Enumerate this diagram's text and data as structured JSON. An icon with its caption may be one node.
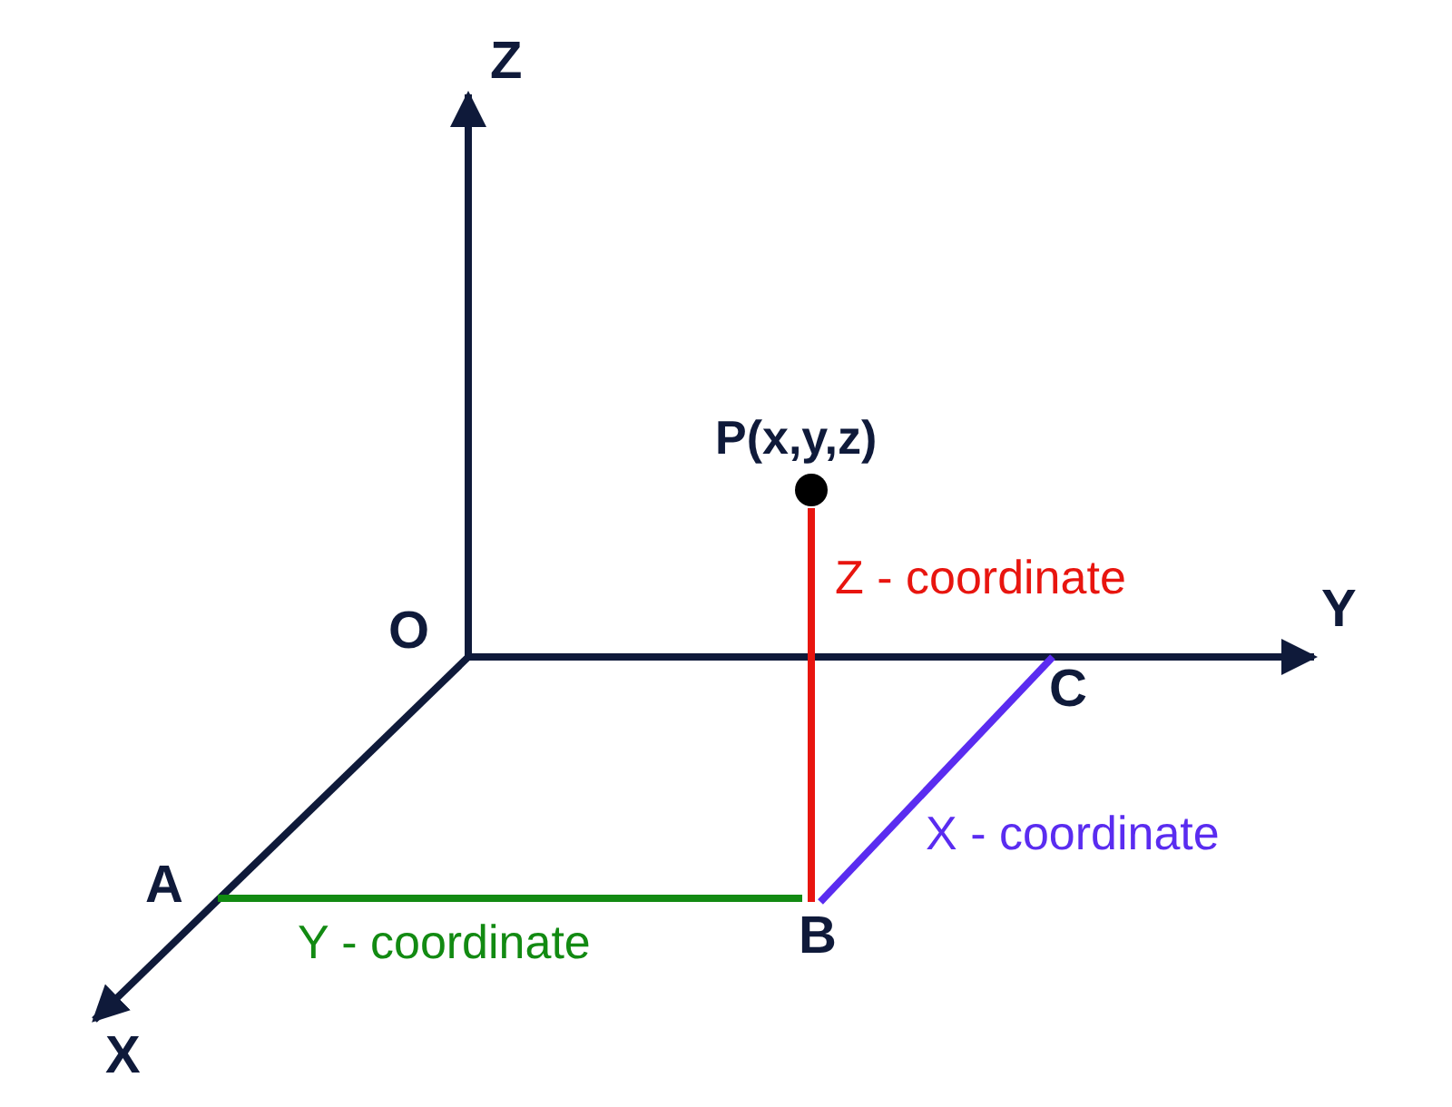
{
  "diagram": {
    "nodes": [
      {
        "text": [
          "O"
        ]
      },
      {
        "text": [
          "P(x,y,z)"
        ]
      },
      {
        "text": [
          "C"
        ]
      },
      {
        "text": [
          "A"
        ]
      },
      {
        "text": [
          "B"
        ]
      }
    ],
    "edges": [
      {
        "from": 4,
        "to": 1,
        "arrow": "none",
        "label": "Z - coordinate",
        "color": "#e8150f"
      },
      {
        "from": 4,
        "to": 2,
        "arrow": "none",
        "label": "X - coordinate",
        "color": "#5a2cf0"
      },
      {
        "from": 3,
        "to": 4,
        "arrow": "none",
        "label": "Y - coordinate",
        "color": "#128a12"
      }
    ],
    "labels": [
      "Z",
      "Y",
      "X"
    ]
  }
}
